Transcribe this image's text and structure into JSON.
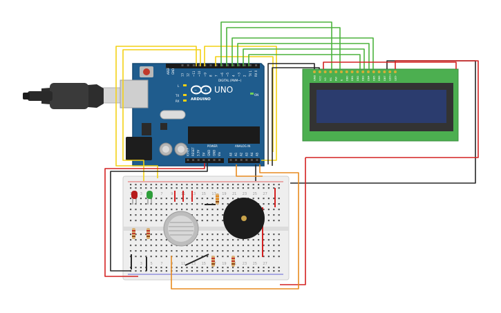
{
  "arduino": {
    "brand": "ARDUINO",
    "model": "UNO",
    "digital_label": "DIGITAL (PWM~)",
    "analog_label": "ANALOG IN",
    "power_label": "POWER",
    "on_label": "ON",
    "tx_label": "TX",
    "rx_label": "RX",
    "l_label": "L",
    "aref_label": "AREF",
    "gnd_label": "GND",
    "digital_pins": [
      "13",
      "12",
      "~11",
      "~10",
      "~9",
      "8",
      "7",
      "~6",
      "~5",
      "4",
      "~3",
      "2",
      "TX 1",
      "RX 0"
    ],
    "power_pins": [
      "IOREF",
      "RESET",
      "3.3V",
      "5V",
      "GND",
      "GND",
      "Vin"
    ],
    "analog_pins": [
      "A0",
      "A1",
      "A2",
      "A3",
      "A4",
      "A5"
    ]
  },
  "lcd": {
    "pins": [
      "GND",
      "VCC",
      "V0",
      "RS",
      "RW",
      "E",
      "DB0",
      "DB1",
      "DB2",
      "DB3",
      "DB4",
      "DB5",
      "DB6",
      "DB7",
      "LED+",
      "LED-"
    ]
  },
  "breadboard": {
    "column_numbers": [
      "1",
      "3",
      "5",
      "7",
      "9",
      "11",
      "13",
      "15",
      "17",
      "19",
      "21",
      "23",
      "25",
      "27"
    ]
  },
  "colors": {
    "arduino_board": "#1f5c8d",
    "lcd_pcb": "#4caf50",
    "lcd_screen": "#2b3c6e",
    "wire_yellow": "#f3d114",
    "wire_green": "#4bb23c",
    "wire_black": "#262626",
    "wire_red": "#d42020",
    "wire_orange": "#e88a1e"
  }
}
